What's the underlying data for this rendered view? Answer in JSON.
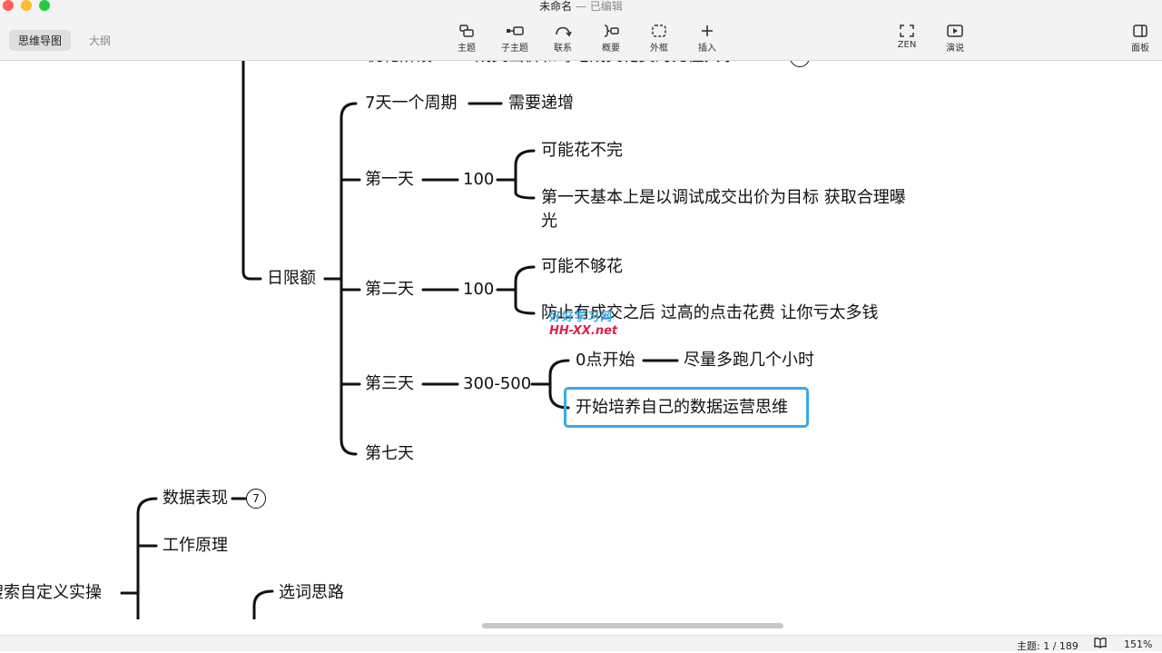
{
  "window": {
    "title": "未命名",
    "subtitle": "— 已编辑"
  },
  "view_tabs": [
    "思维导图",
    "大纲"
  ],
  "toolbar": {
    "topic": "主题",
    "subtopic": "子主题",
    "relation": "联系",
    "summary": "概要",
    "boundary": "外框",
    "insert": "插入",
    "zen": "ZEN",
    "present": "演说",
    "panel": "面板"
  },
  "mindmap": {
    "top_cut": "优化阶段  ——  成交出价和每笔成交花费的比值关系",
    "daily_limit": "日限额",
    "cycle": "7天一个周期",
    "cycle_note": "需要递增",
    "day1": "第一天",
    "day1_value": "100",
    "day1_note1": "可能花不完",
    "day1_note2": "第一天基本上是以调试成交出价为目标 获取合理曝光",
    "day2": "第二天",
    "day2_value": "100",
    "day2_note1": "可能不够花",
    "day2_note2": "防止有成交之后 过高的点击花费 让你亏太多钱",
    "day3": "第三天",
    "day3_value": "300-500",
    "day3_note1": "0点开始",
    "day3_note1_sub": "尽量多跑几个小时",
    "day3_note2": "开始培养自己的数据运营思维",
    "day7": "第七天",
    "search_custom": "搜索自定义实操",
    "data_perf": "数据表现",
    "data_perf_count": "7",
    "work_principle": "工作原理",
    "keyword_idea": "选词思路"
  },
  "watermark": {
    "line1": "好好学习网",
    "line2": "HH-XX.net"
  },
  "status": {
    "topic_label": "主题: 1 / 189",
    "zoom": "151%"
  }
}
